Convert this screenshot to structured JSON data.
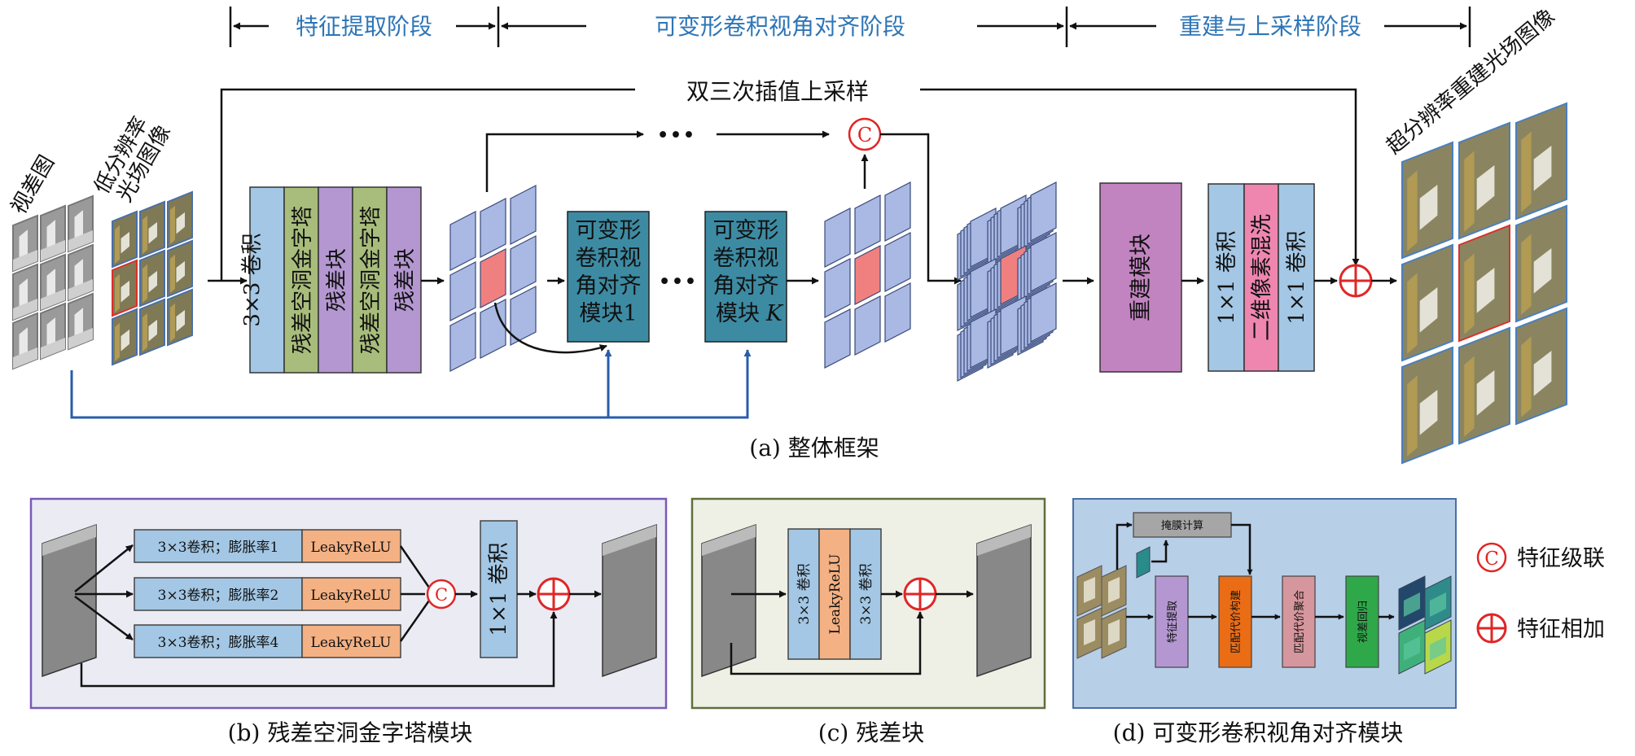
{
  "stages": {
    "feature_extraction": "特征提取阶段",
    "alignment": "可变形卷积视角对齐阶段",
    "reconstruction": "重建与上采样阶段"
  },
  "main": {
    "bicubic": "双三次插值上采样",
    "disparity_map": "视差图",
    "lr_lf_line1": "低分辨率",
    "lr_lf_line2": "光场图像",
    "sr_lf": "超分辨率重建光场图像",
    "conv3x3": "3×3 卷积",
    "asp_block": "残差空洞金字塔",
    "res_block": "残差块",
    "dca_1": [
      "可变形",
      "卷积视",
      "角对齐",
      "模块1"
    ],
    "dca_k": [
      "可变形",
      "卷积视",
      "角对齐",
      "模块"
    ],
    "dca_k_italic": "K",
    "dots": "•••",
    "rec_module": "重建模块",
    "conv1x1_a": "1×1 卷积",
    "pixel_shuffle": "二维像素混洗",
    "conv1x1_b": "1×1 卷积",
    "concat_symbol": "C",
    "caption": "(a) 整体框架"
  },
  "panel_b": {
    "rows": [
      {
        "conv": "3×3卷积；膨胀率1",
        "act": "LeakyReLU"
      },
      {
        "conv": "3×3卷积；膨胀率2",
        "act": "LeakyReLU"
      },
      {
        "conv": "3×3卷积；膨胀率4",
        "act": "LeakyReLU"
      }
    ],
    "conv1x1": "1×1 卷积",
    "caption": "(b) 残差空洞金字塔模块"
  },
  "panel_c": {
    "conv_a": "3×3 卷积",
    "act": "LeakyReLU",
    "conv_b": "3×3 卷积",
    "caption": "(c) 残差块"
  },
  "panel_d": {
    "mask": "掩膜计算",
    "feat": "特征提取",
    "cost_build": "匹配代价构建",
    "cost_agg": "匹配代价聚合",
    "regress": "视差回归",
    "caption": "(d) 可变形卷积视角对齐模块"
  },
  "legend": {
    "concat": "特征级联",
    "add": "特征相加"
  },
  "colors": {
    "stage_text": "#2e75b6",
    "grid_cell": "#a9b9e3",
    "grid_center": "#f08080",
    "dca_teal": "#3d8ba3",
    "conv_blue": "#a3c7e4",
    "green": "#a8bd7b",
    "purple": "#b497d1",
    "magenta": "#c284c0",
    "pink": "#ee86b0",
    "orange_act": "#f4b183",
    "red": "#e02626"
  }
}
